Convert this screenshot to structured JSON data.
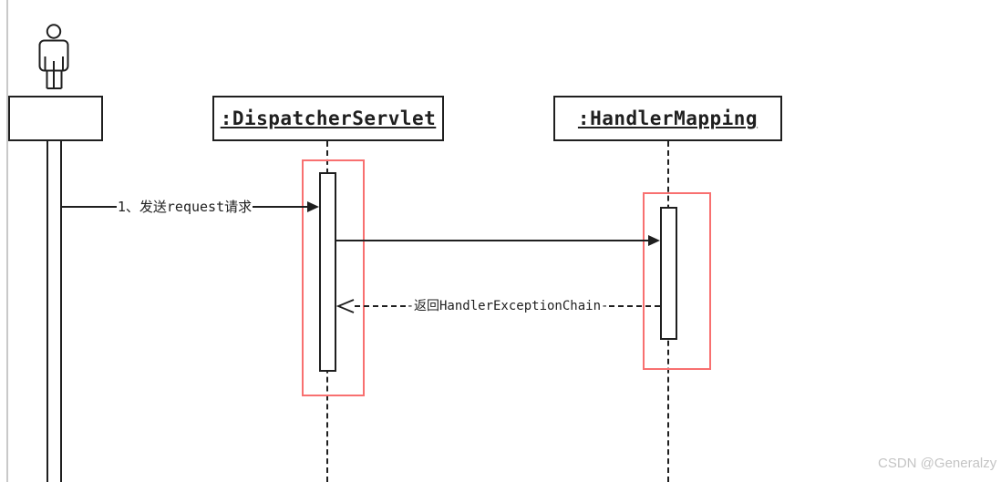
{
  "diagram": {
    "type": "uml-sequence",
    "objects": [
      {
        "label": ":DispatcherServlet"
      },
      {
        "label": ":HandlerMapping"
      }
    ],
    "messages": [
      {
        "label": "1、发送request请求",
        "style": "solid",
        "from": "actor",
        "to": ":DispatcherServlet"
      },
      {
        "label": "",
        "style": "solid",
        "from": ":DispatcherServlet",
        "to": ":HandlerMapping"
      },
      {
        "label": "-返回HandlerExceptionChain-",
        "style": "dashed-return",
        "from": ":HandlerMapping",
        "to": ":DispatcherServlet"
      }
    ],
    "icons": {
      "actor": "person-actor-icon",
      "solid_arrowhead": "filled-triangle-arrowhead",
      "return_arrowhead": "open-v-arrowhead"
    }
  },
  "colors": {
    "line": "#1f1f1f",
    "highlight_frame": "#f87070",
    "left_guide": "#c9c9c9",
    "watermark_text": "#c4c4c4",
    "background": "#ffffff"
  },
  "watermark": {
    "text": "CSDN @Generalzy"
  }
}
